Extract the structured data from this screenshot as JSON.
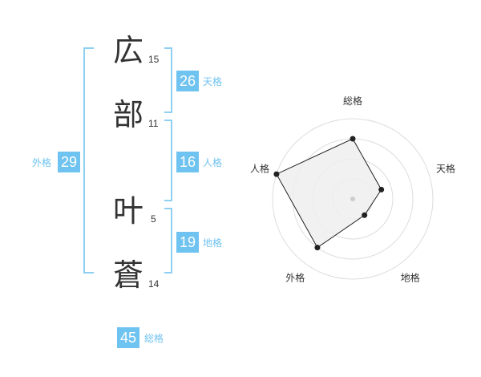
{
  "name": {
    "characters": [
      {
        "char": "広",
        "strokes": "15"
      },
      {
        "char": "部",
        "strokes": "11"
      },
      {
        "char": "叶",
        "strokes": "5"
      },
      {
        "char": "蒼",
        "strokes": "14"
      }
    ]
  },
  "fortune": {
    "tenkaku": {
      "value": "26",
      "label": "天格"
    },
    "jinkaku": {
      "value": "16",
      "label": "人格"
    },
    "chikaku": {
      "value": "19",
      "label": "地格"
    },
    "gaikaku": {
      "value": "29",
      "label": "外格"
    },
    "soukaku": {
      "value": "45",
      "label": "総格"
    }
  },
  "colors": {
    "accent": "#6fc3f0",
    "bracket": "#8fd0f2",
    "text": "#333333",
    "radar_fill": "#eeeeee",
    "radar_grid": "#dddddd"
  },
  "chart_data": {
    "type": "radar",
    "axes": [
      "総格",
      "天格",
      "地格",
      "外格",
      "人格"
    ],
    "scale_levels": 4,
    "values": [
      3,
      1.5,
      1,
      3,
      4
    ],
    "max": 4
  }
}
